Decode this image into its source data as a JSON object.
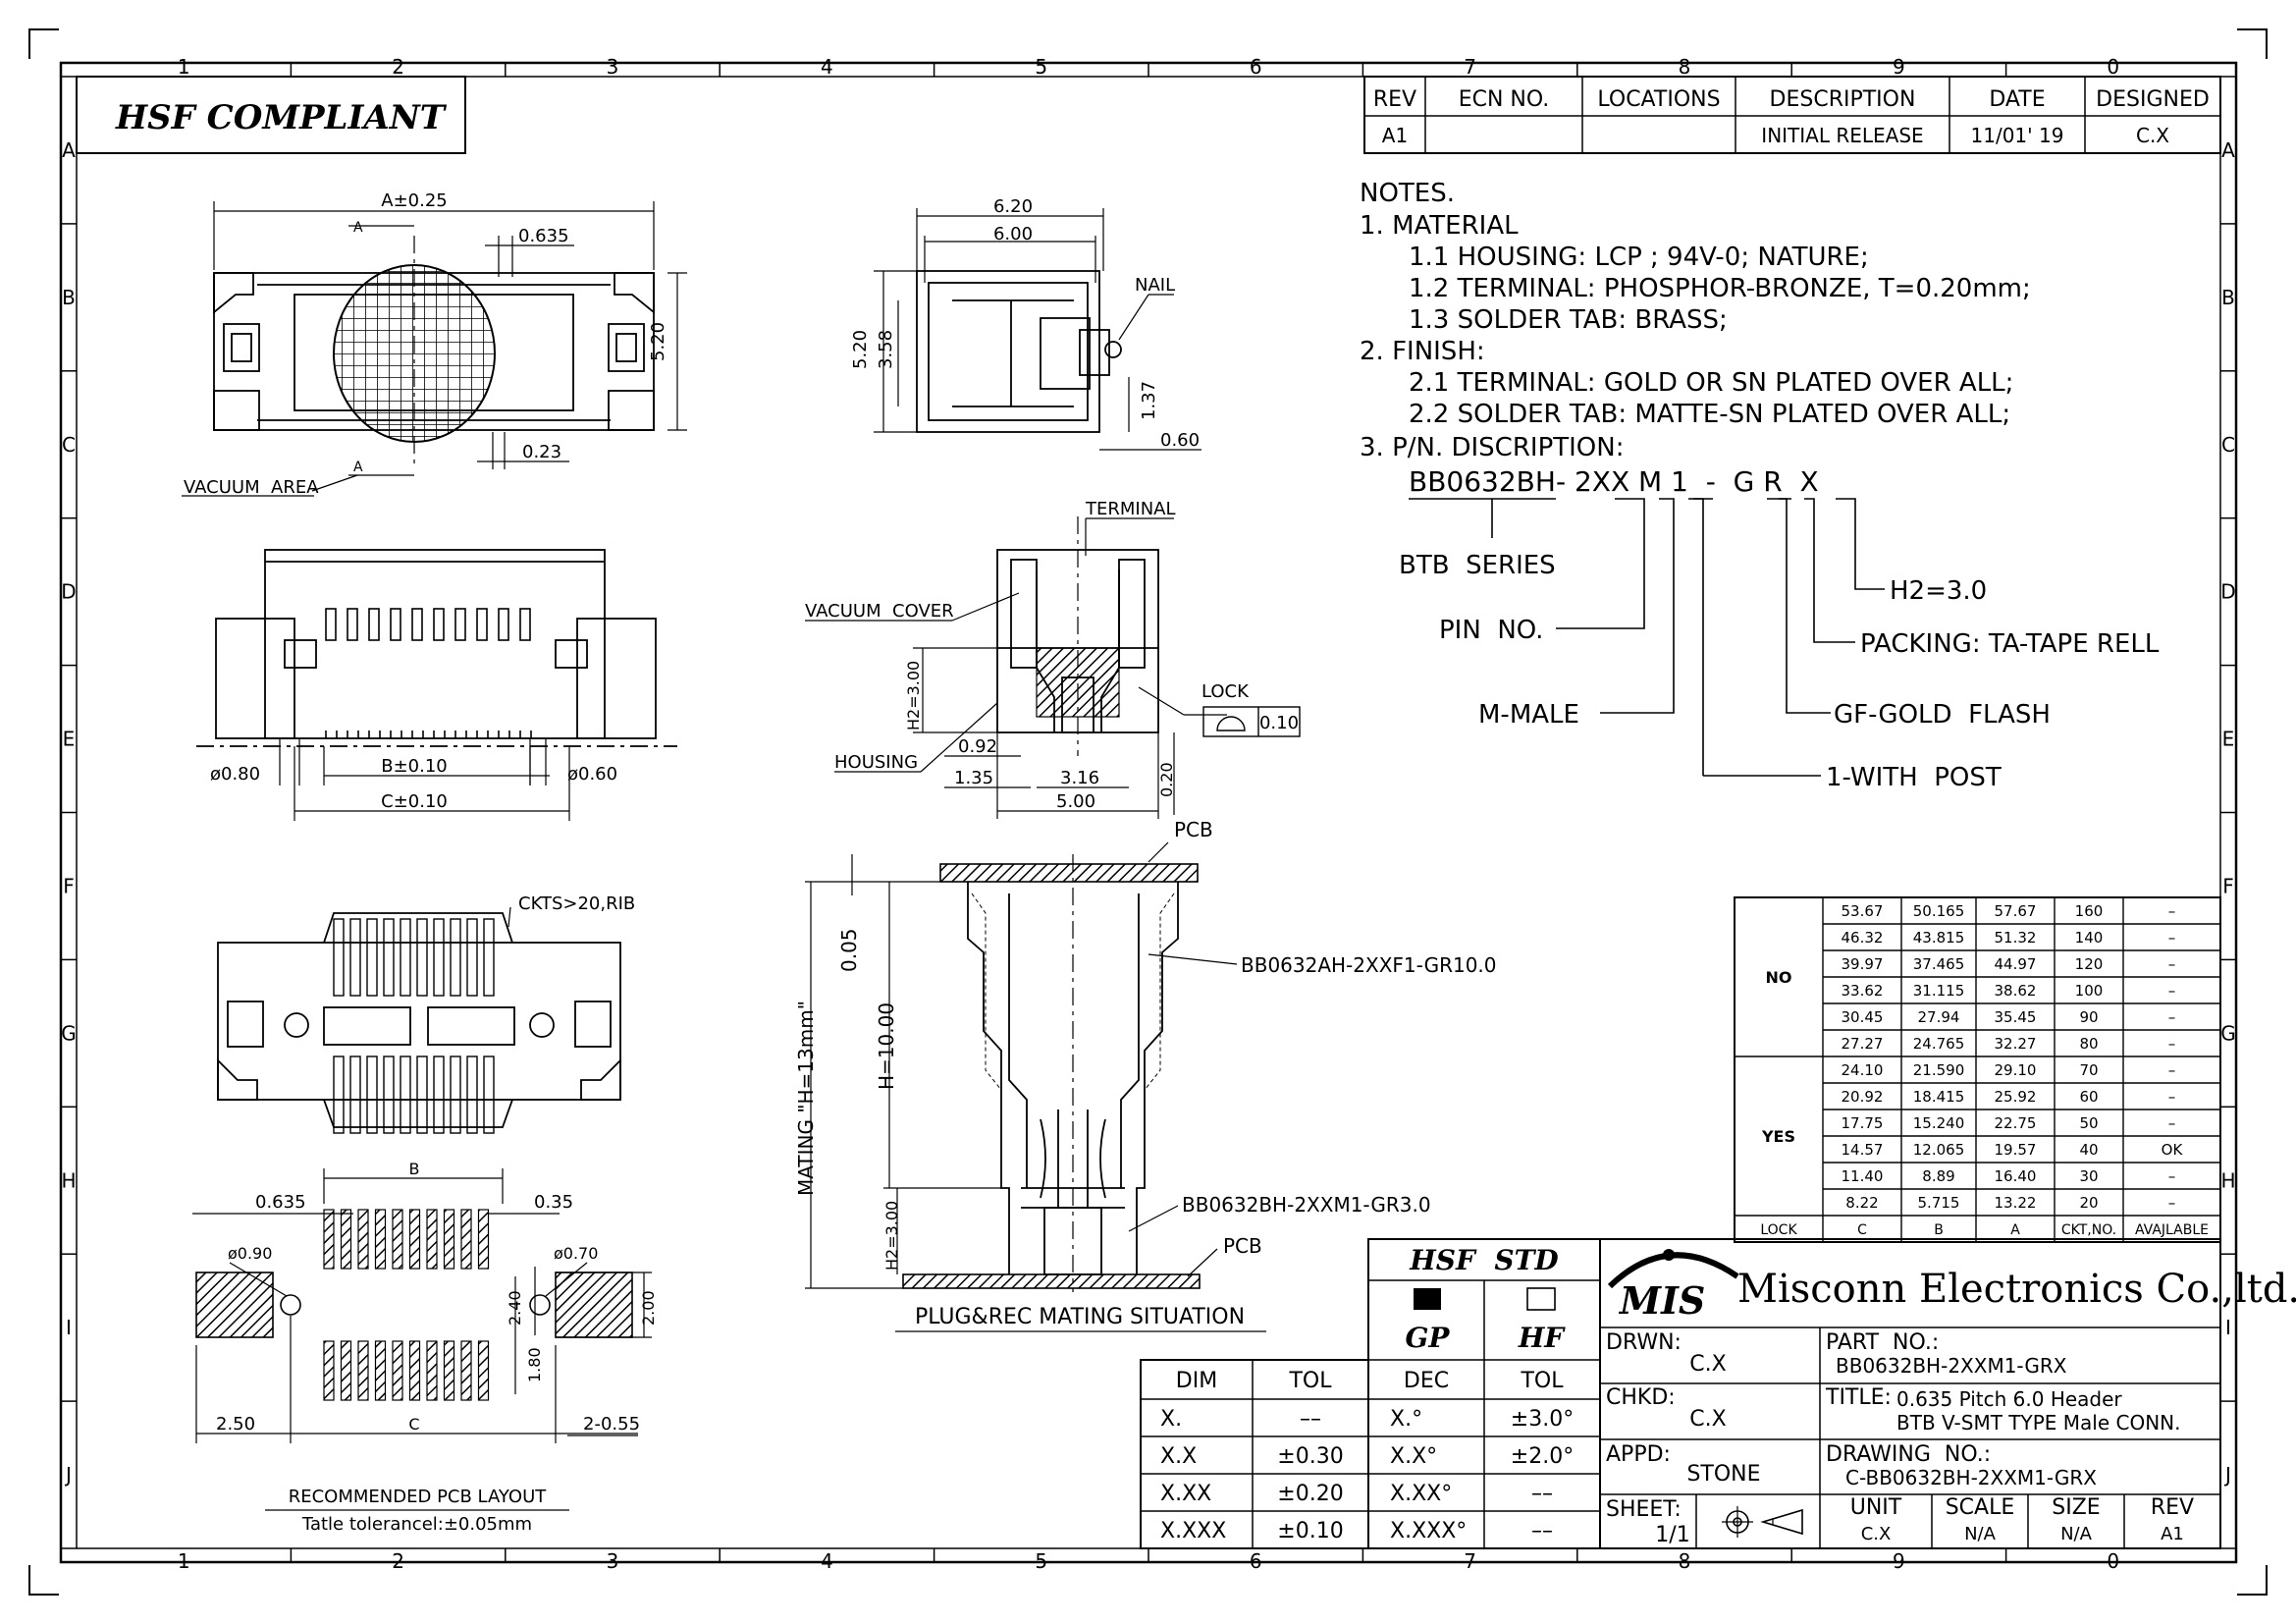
{
  "frame": {
    "columns": [
      "1",
      "2",
      "3",
      "4",
      "5",
      "6",
      "7",
      "8",
      "9",
      "0"
    ],
    "rows": [
      "A",
      "B",
      "C",
      "D",
      "E",
      "F",
      "G",
      "H",
      "I",
      "J"
    ]
  },
  "compliance_label": "HSF COMPLIANT",
  "revision_table": {
    "headers": [
      "REV",
      "ECN NO.",
      "LOCATIONS",
      "DESCRIPTION",
      "DATE",
      "DESIGNED"
    ],
    "rows": [
      [
        "A1",
        "",
        "",
        "INITIAL RELEASE",
        "11/01' 19",
        "C.X"
      ]
    ]
  },
  "notes": {
    "heading": "NOTES.",
    "lines": [
      "1.  MATERIAL",
      "1.1 HOUSING: LCP ; 94V-0; NATURE;",
      "1.2 TERMINAL: PHOSPHOR-BRONZE, T=0.20mm;",
      "1.3 SOLDER TAB: BRASS;",
      "2. FINISH:",
      "2.1 TERMINAL: GOLD OR SN PLATED OVER ALL;",
      "2.2 SOLDER TAB: MATTE-SN PLATED OVER ALL;",
      "3. P/N. DISCRIPTION:"
    ],
    "pn": "BB0632BH- 2XX M 1  -  G R  X",
    "callouts": {
      "series": "BTB  SERIES",
      "pin": "PIN  NO.",
      "male": "M-MALE",
      "post": "1-WITH  POST",
      "gold": "GF-GOLD  FLASH",
      "packing": "PACKING: TA-TAPE RELL",
      "height": "H2=3.0"
    }
  },
  "top_view": {
    "dim_a": "A±0.25",
    "pitch": "0.635",
    "height": "5.20",
    "gap": "0.23",
    "section_mark": "A",
    "vacuum_area": "VACUUM  AREA"
  },
  "front_view": {
    "d1": "ø0.80",
    "d2": "ø0.60",
    "dim_b": "B±0.10",
    "dim_c": "C±0.10"
  },
  "bottom_view": {
    "rib_note": "CKTS>20,RIB"
  },
  "side_view": {
    "w1": "6.20",
    "w2": "6.00",
    "h1": "5.20",
    "h2": "3.58",
    "nail": "NAIL",
    "d137": "1.37",
    "d060": "0.60"
  },
  "section_view": {
    "terminal": "TERMINAL",
    "vacuum_cover": "VACUUM  COVER",
    "housing": "HOUSING",
    "lock": "LOCK",
    "flatness": "0.10",
    "h2": "H2=3.00",
    "d092": "0.92",
    "d135": "1.35",
    "d316": "3.16",
    "d500": "5.00",
    "d020": "0.20"
  },
  "mating_view": {
    "pcb_top": "PCB",
    "pcb_bottom": "PCB",
    "receptacle": "BB0632AH-2XXF1-GR10.0",
    "header": "BB0632BH-2XXM1-GR3.0",
    "mating": "MATING \"H=13mm\"",
    "h": "H=10.00",
    "d005": "0.05",
    "h2": "H2=3.00",
    "caption": "PLUG&REC MATING SITUATION"
  },
  "pcb_layout": {
    "pitch": "0.635",
    "b": "B",
    "c": "C",
    "d035": "0.35",
    "d090": "ø0.90",
    "d070": "ø0.70",
    "d250": "2.50",
    "d255": "2-0.55",
    "d240": "2.40",
    "d180": "1.80",
    "d200": "2.00",
    "title": "RECOMMENDED PCB LAYOUT",
    "tolerance": "Tatle tolerancel:±0.05mm"
  },
  "size_table": {
    "headers": [
      "LOCK",
      "C",
      "B",
      "A",
      "CKT,NO.",
      "AVAJLABLE"
    ],
    "groups": [
      {
        "lock": "NO",
        "rows": [
          [
            "53.67",
            "50.165",
            "57.67",
            "160",
            "–"
          ],
          [
            "46.32",
            "43.815",
            "51.32",
            "140",
            "–"
          ],
          [
            "39.97",
            "37.465",
            "44.97",
            "120",
            "–"
          ],
          [
            "33.62",
            "31.115",
            "38.62",
            "100",
            "–"
          ],
          [
            "30.45",
            "27.94",
            "35.45",
            "90",
            "–"
          ],
          [
            "27.27",
            "24.765",
            "32.27",
            "80",
            "–"
          ]
        ]
      },
      {
        "lock": "YES",
        "rows": [
          [
            "24.10",
            "21.590",
            "29.10",
            "70",
            "–"
          ],
          [
            "20.92",
            "18.415",
            "25.92",
            "60",
            "–"
          ],
          [
            "17.75",
            "15.240",
            "22.75",
            "50",
            "–"
          ],
          [
            "14.57",
            "12.065",
            "19.57",
            "40",
            "OK"
          ],
          [
            "11.40",
            "8.89",
            "16.40",
            "30",
            "–"
          ],
          [
            "8.22",
            "5.715",
            "13.22",
            "20",
            "–"
          ]
        ]
      }
    ]
  },
  "tolerance_table": {
    "headers": [
      "DIM",
      "TOL"
    ],
    "rows": [
      [
        "X.",
        "––"
      ],
      [
        "X.X",
        "±0.30"
      ],
      [
        "X.XX",
        "±0.20"
      ],
      [
        "X.XXX",
        "±0.10"
      ]
    ]
  },
  "hsf_std": {
    "title": "HSF  STD",
    "gp": "GP",
    "hf": "HF",
    "headers": [
      "DEC",
      "TOL"
    ],
    "rows": [
      [
        "X.°",
        "±3.0°"
      ],
      [
        "X.X°",
        "±2.0°"
      ],
      [
        "X.XX°",
        "––"
      ],
      [
        "X.XXX°",
        "––"
      ]
    ]
  },
  "title_block": {
    "logo": "MIS",
    "company": "Misconn Electronics Co.,ltd.",
    "drwn_label": "DRWN:",
    "drwn": "C.X",
    "chkd_label": "CHKD:",
    "chkd": "C.X",
    "appd_label": "APPD:",
    "appd": "STONE",
    "sheet_label": "SHEET:",
    "sheet": "1/1",
    "part_label": "PART  NO.:",
    "part": "BB0632BH-2XXM1-GRX",
    "title_label": "TITLE:",
    "title1": "0.635 Pitch 6.0 Header",
    "title2": "BTB V-SMT TYPE Male CONN.",
    "drawing_label": "DRAWING  NO.:",
    "drawing": "C-BB0632BH-2XXM1-GRX",
    "unit_label": "UNIT",
    "unit": "C.X",
    "scale_label": "SCALE",
    "scale": "N/A",
    "size_label": "SIZE",
    "size": "N/A",
    "rev_label": "REV",
    "rev": "A1"
  }
}
